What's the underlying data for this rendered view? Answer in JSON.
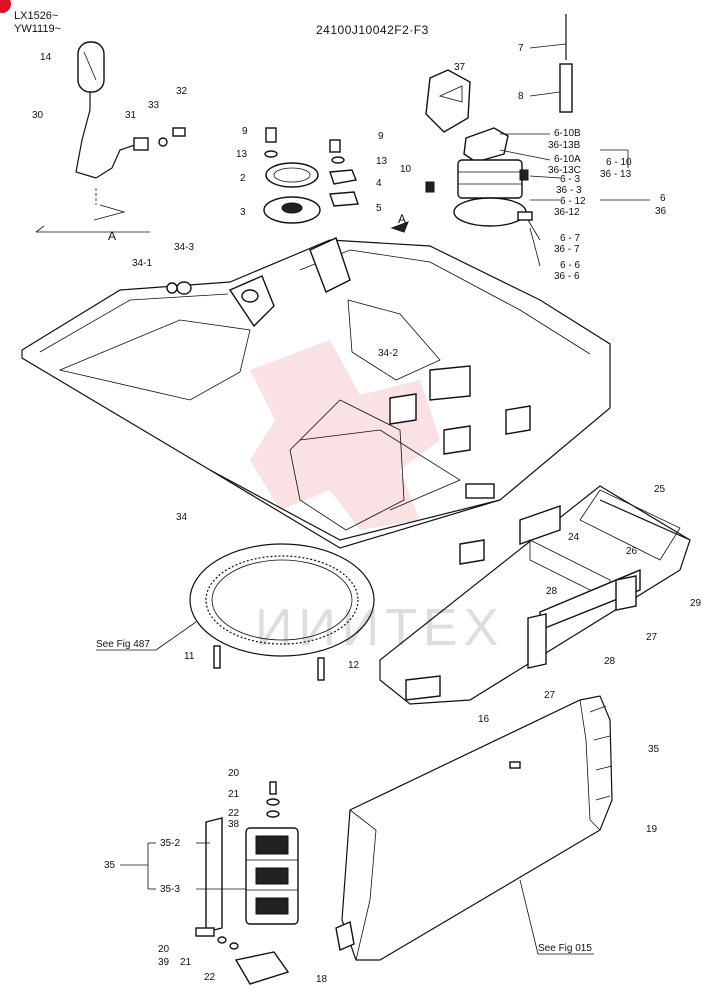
{
  "header": {
    "codes": [
      "LX1526~",
      "YW1119~"
    ],
    "drawing_number": "24100J10042F2·F3"
  },
  "watermark": "ИИИТЕХ",
  "view_marker": "A",
  "refs": {
    "fig_487": "See Fig 487",
    "fig_015": "See Fig 015"
  },
  "callouts": {
    "c14": "14",
    "c30": "30",
    "c31": "31",
    "c33": "33",
    "c32": "32",
    "c9a": "9",
    "c13a": "13",
    "c2": "2",
    "c3": "3",
    "c9b": "9",
    "c13b": "13",
    "c4": "4",
    "c5": "5",
    "c7": "7",
    "c8": "8",
    "c37": "37",
    "c10": "10",
    "c6_10b": "6-10B",
    "c36_13b": "36-13B",
    "c6_10a": "6-10A",
    "c36_13c": "36-13C",
    "c6_10": "6 - 10",
    "c36_13": "36 - 13",
    "c6_3": "6 - 3",
    "c36_3": "36 - 3",
    "c6_12": "6 - 12",
    "c36_12": "36-12",
    "c6": "6",
    "c36": "36",
    "c6_7": "6 - 7",
    "c36_7": "36 - 7",
    "c6_6": "6 - 6",
    "c36_6": "36 - 6",
    "c34_3": "34-3",
    "c34_1": "34-1",
    "c34_2": "34-2",
    "c34": "34",
    "c25": "25",
    "c24": "24",
    "c26": "26",
    "c29": "29",
    "c28a": "28",
    "c27a": "27",
    "c28b": "28",
    "c27b": "27",
    "c16": "16",
    "c11": "11",
    "c12": "12",
    "c35a": "35",
    "c19": "19",
    "c20a": "20",
    "c21a": "21",
    "c22a": "22",
    "c38": "38",
    "c35_2": "35-2",
    "c35b": "35",
    "c35_3": "35-3",
    "c20b": "20",
    "c39": "39",
    "c21b": "21",
    "c22b": "22",
    "c18": "18"
  },
  "colors": {
    "line": "#111111",
    "watermark": "#dddddd",
    "marker": "#e0102a"
  }
}
